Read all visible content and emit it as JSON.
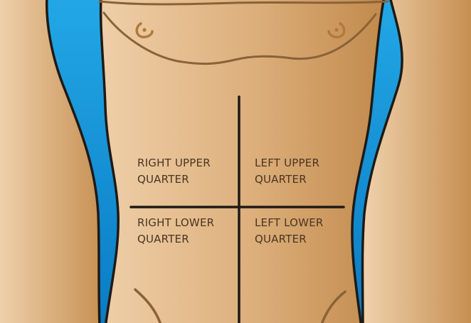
{
  "quadrants": {
    "right_upper": {
      "line1": "RIGHT UPPER",
      "line2": "QUARTER"
    },
    "left_upper": {
      "line1": "LEFT UPPER",
      "line2": "QUARTER"
    },
    "right_lower": {
      "line1": "RIGHT LOWER",
      "line2": "QUARTER"
    },
    "left_lower": {
      "line1": "LEFT LOWER",
      "line2": "QUARTER"
    }
  },
  "colors": {
    "background_top": "#1a9ee0",
    "background_bottom": "#0a7cc4",
    "skin_light": "#ebc9a0",
    "skin_dark": "#c48d4e",
    "outline": "#1f1a16",
    "chest_line": "#8a6238",
    "nipple": "#b07a3c",
    "text": "#4a3522"
  }
}
